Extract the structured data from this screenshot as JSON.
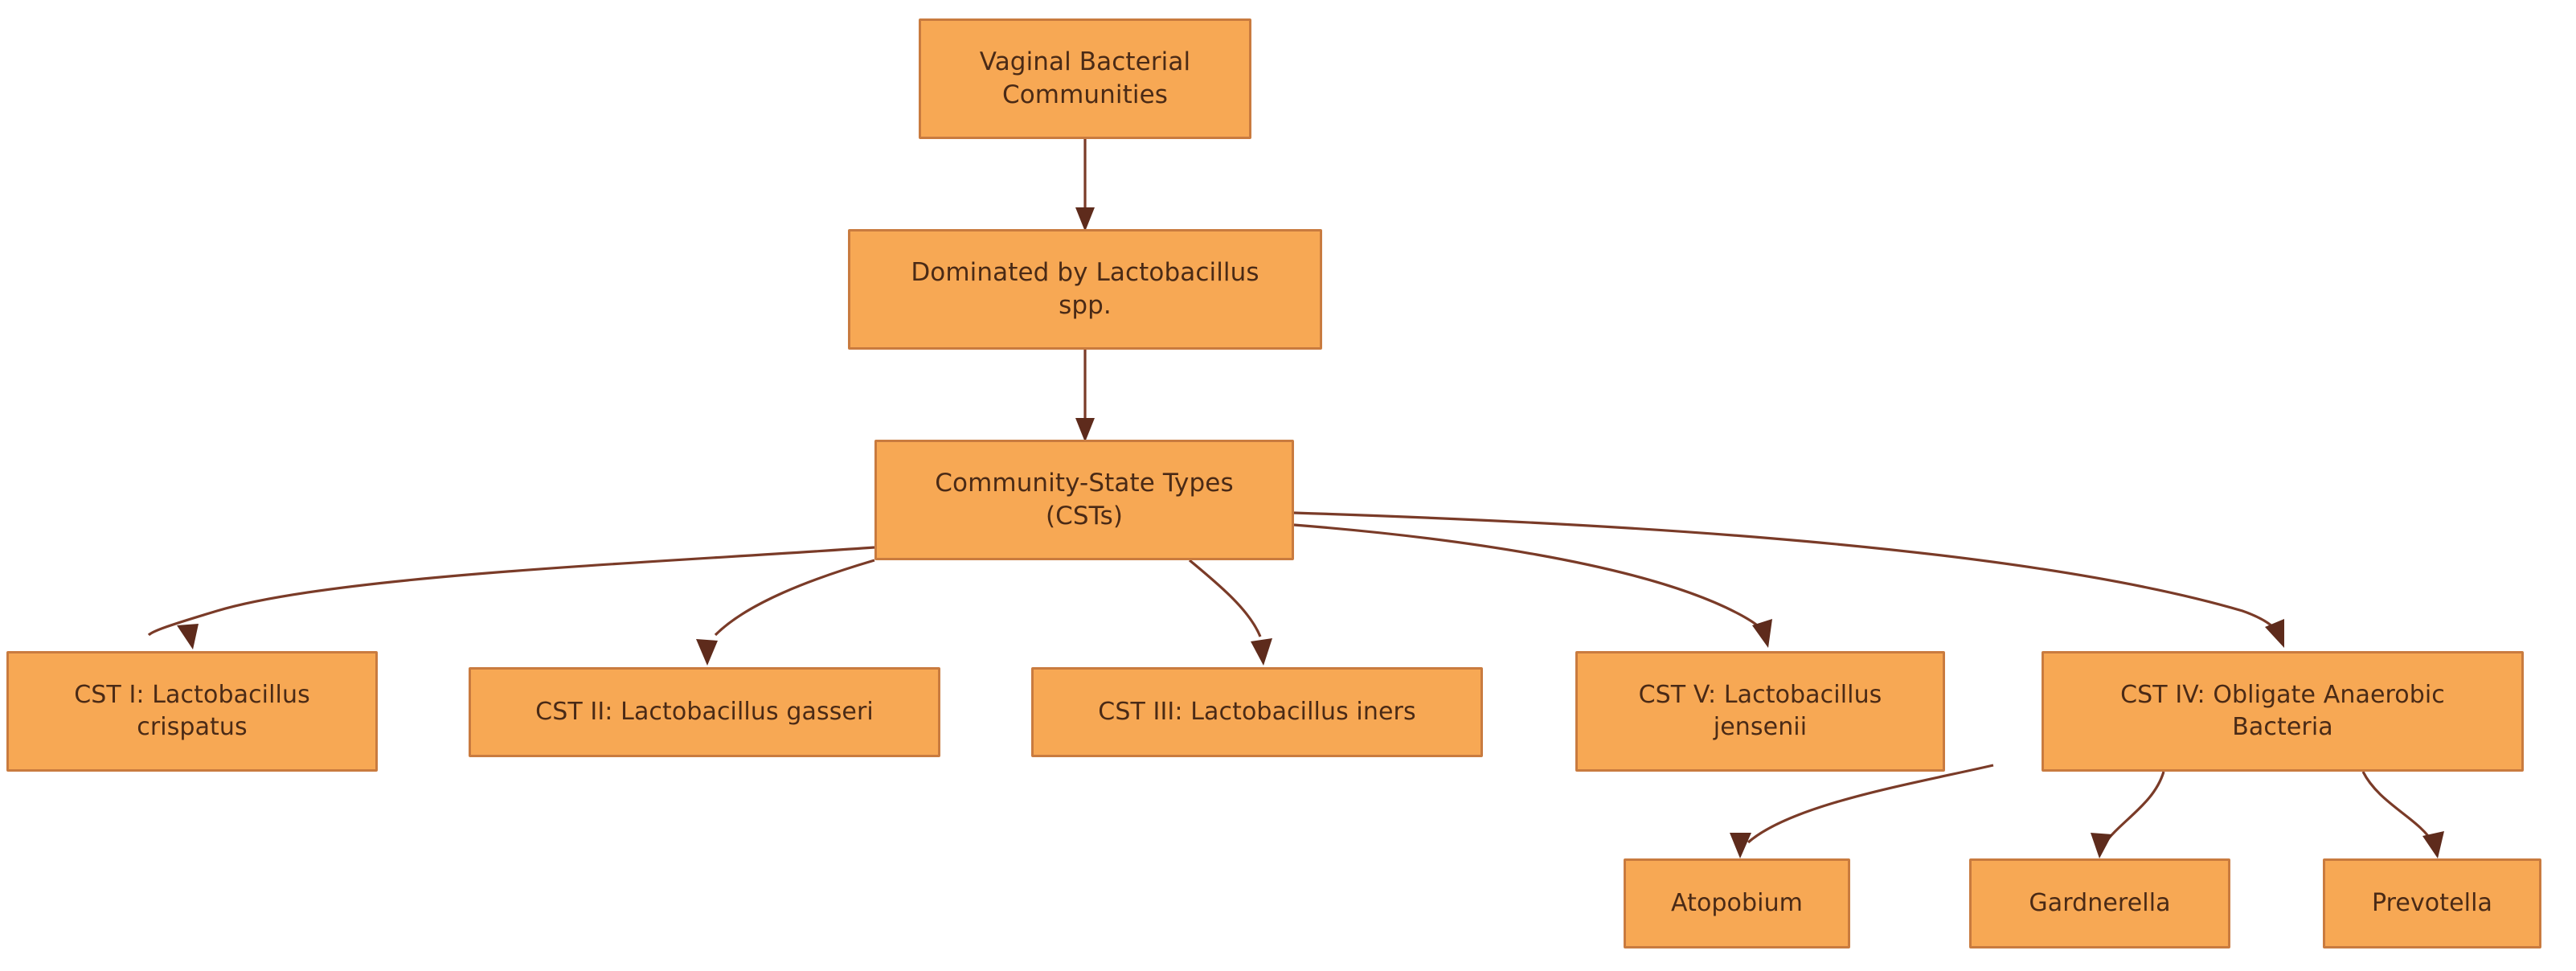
{
  "diagram": {
    "type": "flowchart",
    "orientation": "top-down",
    "theme": {
      "node_fill": "#f7a854",
      "node_border": "#c97b3f",
      "edge_color": "#7a3b28",
      "arrow_color": "#5e2b1c",
      "text_color": "#4a2a16",
      "background": "#ffffff"
    },
    "nodes": [
      {
        "id": "root",
        "label": "Vaginal Bacterial\nCommunities"
      },
      {
        "id": "lacto",
        "label": "Dominated by Lactobacillus\nspp."
      },
      {
        "id": "csts",
        "label": "Community-State Types\n(CSTs)"
      },
      {
        "id": "cst1",
        "label": "CST I: Lactobacillus\ncrispatus"
      },
      {
        "id": "cst2",
        "label": "CST II: Lactobacillus gasseri"
      },
      {
        "id": "cst3",
        "label": "CST III: Lactobacillus iners"
      },
      {
        "id": "cst5",
        "label": "CST V: Lactobacillus\njensenii"
      },
      {
        "id": "cst4",
        "label": "CST IV: Obligate Anaerobic\nBacteria"
      },
      {
        "id": "atopo",
        "label": "Atopobium"
      },
      {
        "id": "gardn",
        "label": "Gardnerella"
      },
      {
        "id": "prevo",
        "label": "Prevotella"
      }
    ],
    "edges": [
      {
        "from": "root",
        "to": "lacto"
      },
      {
        "from": "lacto",
        "to": "csts"
      },
      {
        "from": "csts",
        "to": "cst1"
      },
      {
        "from": "csts",
        "to": "cst2"
      },
      {
        "from": "csts",
        "to": "cst3"
      },
      {
        "from": "csts",
        "to": "cst5"
      },
      {
        "from": "csts",
        "to": "cst4"
      },
      {
        "from": "cst4",
        "to": "atopo"
      },
      {
        "from": "cst4",
        "to": "gardn"
      },
      {
        "from": "cst4",
        "to": "prevo"
      }
    ]
  }
}
